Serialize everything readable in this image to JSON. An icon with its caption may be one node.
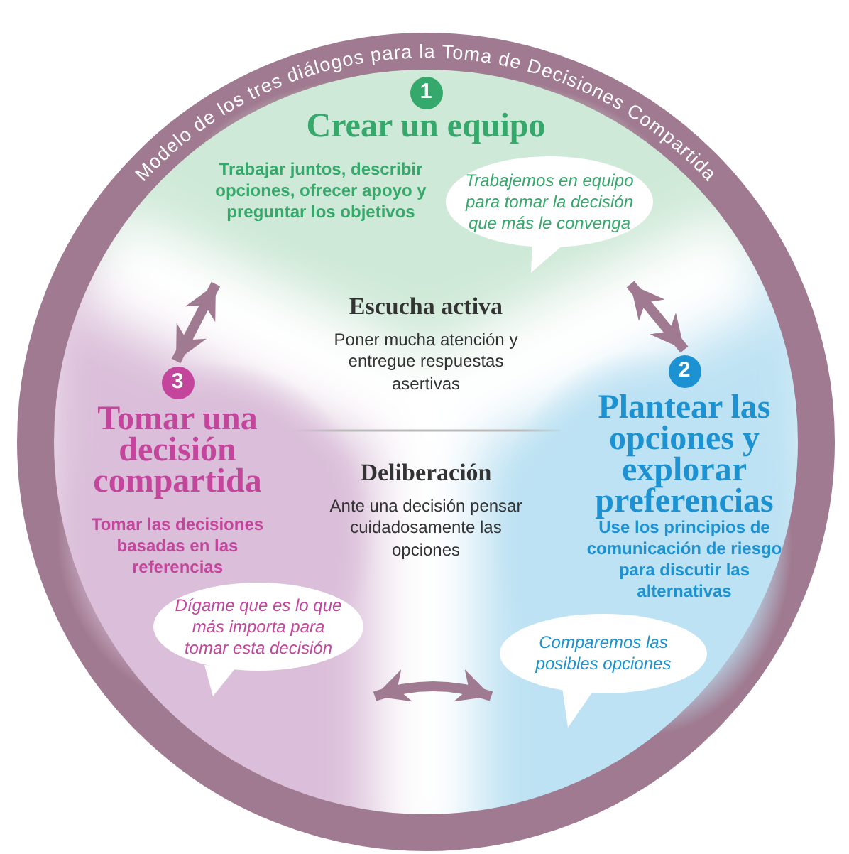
{
  "diagram": {
    "title": "Modelo de los tres diálogos para la Toma de Decisiones Compartida",
    "nodes": [
      {
        "text": [
          "1",
          "Crear un equipo",
          "Trabajar juntos, describir opciones, ofrecer apoyo y preguntar los objetivos"
        ]
      },
      {
        "text": [
          "Trabajemos en equipo para tomar la decisión que más le convenga"
        ],
        "in": 0
      },
      {
        "text": [
          "2",
          "Plantear las opciones y explorar preferencias",
          "Use los principios de comunicación de riesgo para discutir las alternativas"
        ]
      },
      {
        "text": [
          "Comparemos las posibles opciones"
        ],
        "in": 2
      },
      {
        "text": [
          "3",
          "Tomar una decisión compartida",
          "Tomar las decisiones basadas en las referencias"
        ]
      },
      {
        "text": [
          "Dígame que es lo que más importa para tomar esta decisión"
        ],
        "in": 4
      },
      {
        "text": [
          "Escucha activa",
          "Poner mucha atención y entregue respuestas asertivas"
        ]
      },
      {
        "text": [
          "Deliberación",
          "Ante una decisión pensar cuidadosamente las opciones"
        ]
      }
    ],
    "edges": [
      {
        "from": 0,
        "to": 4,
        "arrow": "both"
      },
      {
        "from": 0,
        "to": 2,
        "arrow": "both"
      },
      {
        "from": 4,
        "to": 2,
        "arrow": "both"
      }
    ]
  }
}
